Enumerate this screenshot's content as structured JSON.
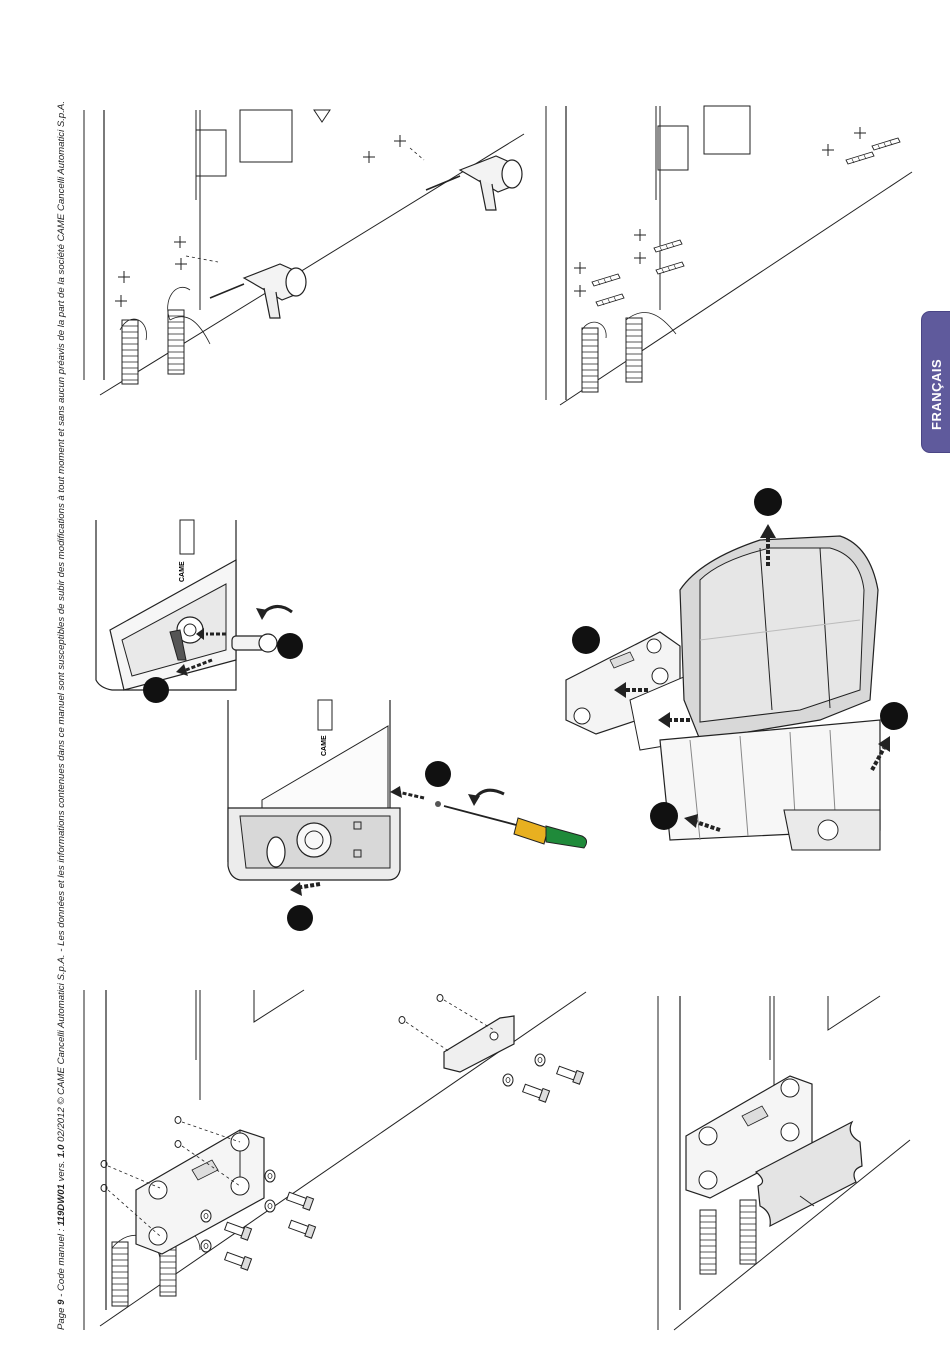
{
  "footer": {
    "page_prefix": "Page ",
    "page_number": "9",
    "code_prefix": " - Code manuel : ",
    "code": "119DW01",
    "version_prefix": " vers. ",
    "version": "1.0",
    "legal": "  02/2012 © CAME Cancelli Automatici S.p.A. - Les données et les informations contenues dans ce manuel sont susceptibles de subir des modifications à tout moment et sans aucun préavis de la part de la société CAME Cancelli Automatici S.p.A."
  },
  "language_tab": {
    "label": "FRANÇAIS"
  },
  "brand_marks": [
    "CAME",
    "CAME"
  ],
  "colors": {
    "tab": "#5f5a9c",
    "line": "#222222",
    "step_marker": "#111111",
    "screwdriver_handle": "#e8b020",
    "screwdriver_grip": "#1f8a3a"
  },
  "illustrations": [
    {
      "name": "wall-drilling-figure",
      "icons": [
        "drill-icon",
        "drill-icon"
      ]
    },
    {
      "name": "wall-plugs-figure",
      "icons": [
        "wall-plug-icon"
      ]
    },
    {
      "name": "key-release-figure",
      "icons": [
        "key-icon",
        "rotate-arrow-icon"
      ]
    },
    {
      "name": "cover-removal-figure",
      "icons": [
        "screwdriver-icon",
        "rotate-arrow-icon"
      ]
    },
    {
      "name": "motor-cover-figure",
      "icons": [
        "up-arrow-icon"
      ]
    },
    {
      "name": "bracket-mounting-figure",
      "icons": [
        "bolt-icon"
      ]
    },
    {
      "name": "bracket-plate-figure",
      "icons": [
        "plate-icon"
      ]
    }
  ]
}
